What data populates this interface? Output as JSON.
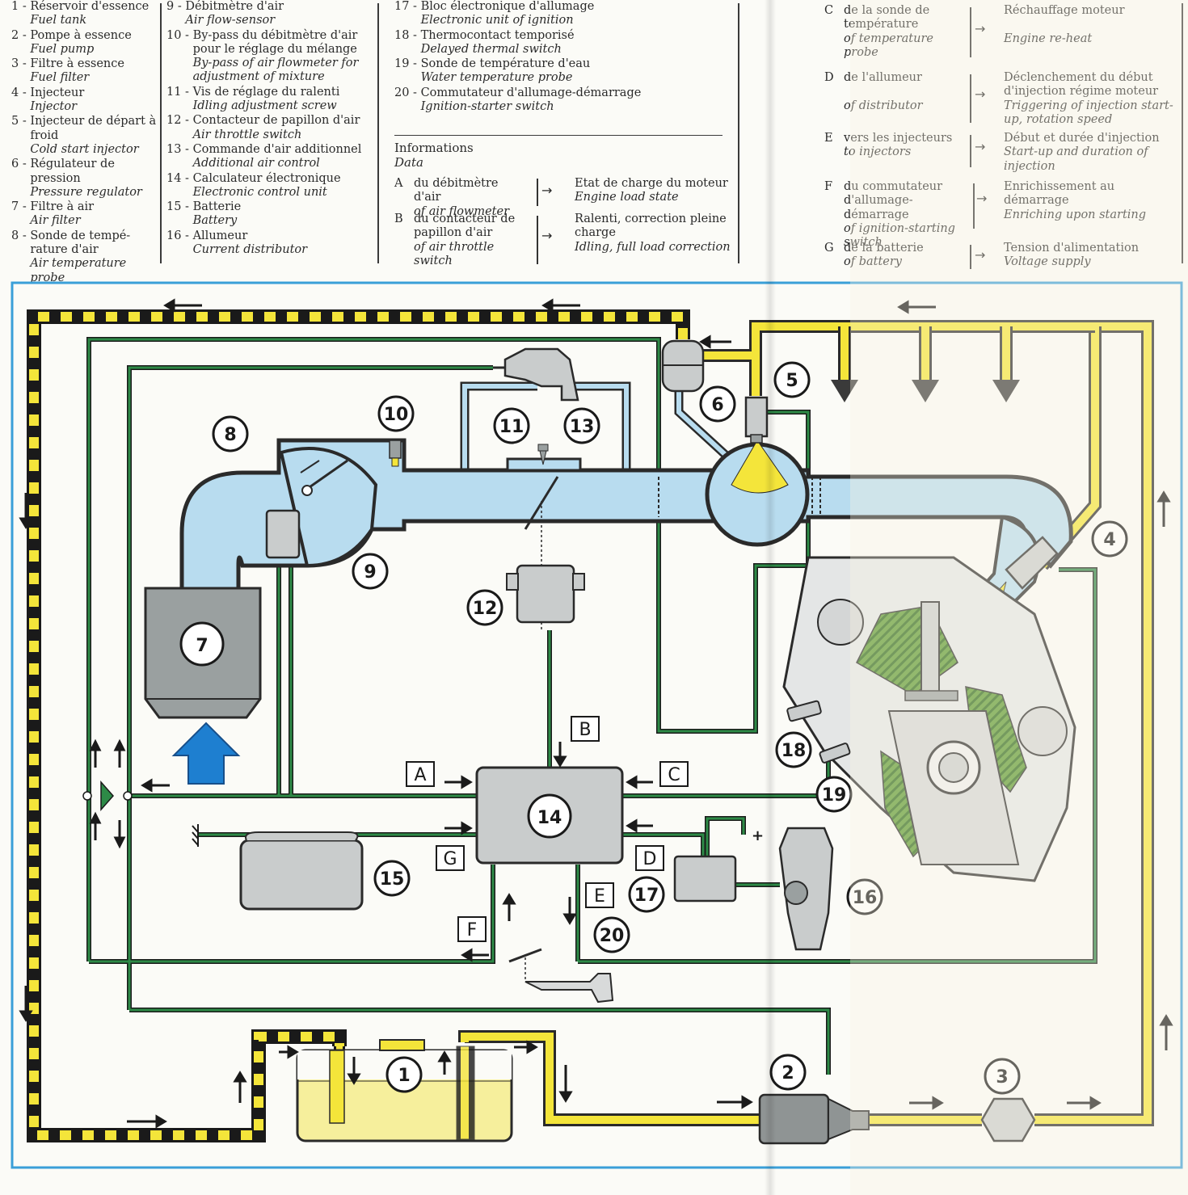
{
  "legend": {
    "col1": [
      {
        "num": "1 - ",
        "fr": "Réservoir d'essence",
        "en": "Fuel tank"
      },
      {
        "num": "2 - ",
        "fr": "Pompe à essence",
        "en": "Fuel pump"
      },
      {
        "num": "3 - ",
        "fr": "Filtre à essence",
        "en": "Fuel filter"
      },
      {
        "num": "4 - ",
        "fr": "Injecteur",
        "en": "Injector"
      },
      {
        "num": "5 - ",
        "fr": "Injecteur de départ à froid",
        "en": "Cold start injector"
      },
      {
        "num": "6 - ",
        "fr": "Régulateur de pression",
        "en": "Pressure regulator"
      },
      {
        "num": "7 - ",
        "fr": "Filtre à air",
        "en": "Air filter"
      },
      {
        "num": "8 - ",
        "fr": "Sonde de tempé-rature d'air",
        "en": "Air temperature probe"
      }
    ],
    "col2": [
      {
        "num": "9 - ",
        "fr": "Débitmètre d'air",
        "en": "Air flow-sensor"
      },
      {
        "num": "10 - ",
        "fr": "By-pass du débitmètre d'air pour le réglage du mélange",
        "en": "By-pass of air flowmeter for adjustment of mixture"
      },
      {
        "num": "11 - ",
        "fr": "Vis de réglage du ralenti",
        "en": "Idling adjustment screw"
      },
      {
        "num": "12 - ",
        "fr": "Contacteur de papillon d'air",
        "en": "Air throttle switch"
      },
      {
        "num": "13 - ",
        "fr": "Commande d'air additionnel",
        "en": "Additional air control"
      },
      {
        "num": "14 - ",
        "fr": "Calculateur électronique",
        "en": "Electronic control unit"
      },
      {
        "num": "15 - ",
        "fr": "Batterie",
        "en": "Battery"
      },
      {
        "num": "16 - ",
        "fr": "Allumeur",
        "en": "Current distributor"
      }
    ],
    "col3": [
      {
        "num": "17 - ",
        "fr": "Bloc électronique d'allumage",
        "en": "Electronic unit of ignition"
      },
      {
        "num": "18 - ",
        "fr": "Thermocontact temporisé",
        "en": "Delayed thermal switch"
      },
      {
        "num": "19 - ",
        "fr": "Sonde de température d'eau",
        "en": "Water temperature probe"
      },
      {
        "num": "20 - ",
        "fr": "Commutateur d'allumage-démarrage",
        "en": "Ignition-starter switch"
      }
    ]
  },
  "info": {
    "title_fr": "Informations",
    "title_en": "Data",
    "rows": [
      {
        "letter": "A",
        "src_fr": "du débitmètre d'air",
        "src_en": "of air flowmeter",
        "dst_fr": "Etat de charge du moteur",
        "dst_en": "Engine load state"
      },
      {
        "letter": "B",
        "src_fr": "du contacteur de papillon d'air",
        "src_en": "of air throttle switch",
        "dst_fr": "Ralenti, correction pleine charge",
        "dst_en": "Idling, full load correction"
      },
      {
        "letter": "C",
        "src_fr": "de la sonde de température",
        "src_en": "of temperature probe",
        "dst_fr": "Réchauffage moteur",
        "dst_en": "Engine re-heat"
      },
      {
        "letter": "D",
        "src_fr": "de l'allumeur",
        "src_en": "of distributor",
        "dst_fr": "Déclenchement du début d'injection régime moteur",
        "dst_en": "Triggering of injection start-up, rotation speed"
      },
      {
        "letter": "E",
        "src_fr": "vers les injecteurs",
        "src_en": "to injectors",
        "dst_fr": "Début et durée d'injection",
        "dst_en": "Start-up and duration of injection"
      },
      {
        "letter": "F",
        "src_fr": "du commutateur d'allumage-démarrage",
        "src_en": "of ignition-starting switch",
        "dst_fr": "Enrichissement au démarrage",
        "dst_en": "Enriching upon starting"
      },
      {
        "letter": "G",
        "src_fr": "de la batterie",
        "src_en": "of battery",
        "dst_fr": "Tension d'alimentation",
        "dst_en": "Voltage supply"
      }
    ]
  },
  "diagram": {
    "components": [
      "1",
      "2",
      "3",
      "4",
      "5",
      "6",
      "7",
      "8",
      "9",
      "10",
      "11",
      "12",
      "13",
      "14",
      "15",
      "16",
      "17",
      "18",
      "19",
      "20"
    ],
    "signal_letters": [
      "A",
      "B",
      "C",
      "D",
      "E",
      "F",
      "G"
    ],
    "plus_sign": "+"
  },
  "colors": {
    "air_duct": "#b8dcef",
    "fuel_line": "#f4e53a",
    "return_line": "#f4e53a",
    "electrical": "#1f6b3a",
    "border_frame": "#3a9fd8",
    "intake_arrow": "#1e7fd0",
    "metal": "#9aa0a0",
    "coolant_hatch": "#4a8a2a"
  }
}
